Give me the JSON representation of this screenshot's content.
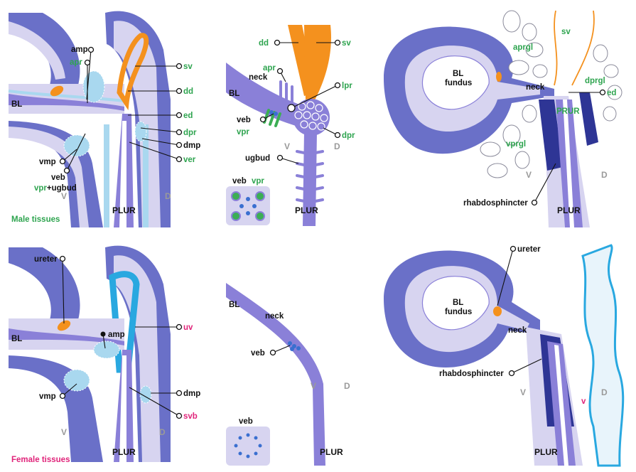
{
  "colors": {
    "outer_dark": "#6a70c8",
    "inner_light": "#d7d4f0",
    "mid_purple": "#8a80d8",
    "light_blue": "#a9d8ef",
    "orange": "#f4911e",
    "cyan": "#29a8e0",
    "navy": "#2e3595",
    "green_text": "#2ea44f",
    "pink_text": "#e0247a",
    "grey_text": "#9a9a9a"
  },
  "panel_male_left": {
    "bl": "BL",
    "amp": "amp",
    "apr": "apr",
    "sv": "sv",
    "dd": "dd",
    "ed": "ed",
    "dpr": "dpr",
    "dmp": "dmp",
    "ver": "ver",
    "vmp": "vmp",
    "veb": "veb",
    "vpr_ugbud_green": "vpr",
    "vpr_ugbud_black": "+ugbud",
    "v": "V",
    "d": "D",
    "plur": "PLUR",
    "section_title": "Male tissues"
  },
  "panel_male_mid": {
    "dd": "dd",
    "sv": "sv",
    "apr": "apr",
    "bl": "BL",
    "neck": "neck",
    "lpr": "lpr",
    "veb": "veb",
    "vpr": "vpr",
    "dpr": "dpr",
    "v": "V",
    "d": "D",
    "ugbud": "ugbud",
    "inset_veb": "veb",
    "inset_vpr": "vpr",
    "plur": "PLUR"
  },
  "panel_male_right": {
    "sv": "sv",
    "aprgl": "aprgl",
    "bl_fundus_1": "BL",
    "bl_fundus_2": "fundus",
    "neck": "neck",
    "dprgl": "dprgl",
    "ed": "ed",
    "prur": "PRUR",
    "vprgl": "vprgl",
    "v": "V",
    "d": "D",
    "rhabdo": "rhabdosphincter",
    "plur": "PLUR"
  },
  "panel_female_left": {
    "ureter": "ureter",
    "uv": "uv",
    "bl": "BL",
    "amp": "amp",
    "dmp": "dmp",
    "vmp": "vmp",
    "svb": "svb",
    "v": "V",
    "d": "D",
    "plur": "PLUR",
    "section_title": "Female tissues"
  },
  "panel_female_mid": {
    "bl": "BL",
    "neck": "neck",
    "veb": "veb",
    "v": "V",
    "d": "D",
    "inset_veb": "veb",
    "plur": "PLUR"
  },
  "panel_female_right": {
    "ureter": "ureter",
    "bl_fundus_1": "BL",
    "bl_fundus_2": "fundus",
    "neck": "neck",
    "rhabdo": "rhabdosphincter",
    "v_left": "V",
    "v_vagina": "v",
    "d": "D",
    "plur": "PLUR"
  }
}
